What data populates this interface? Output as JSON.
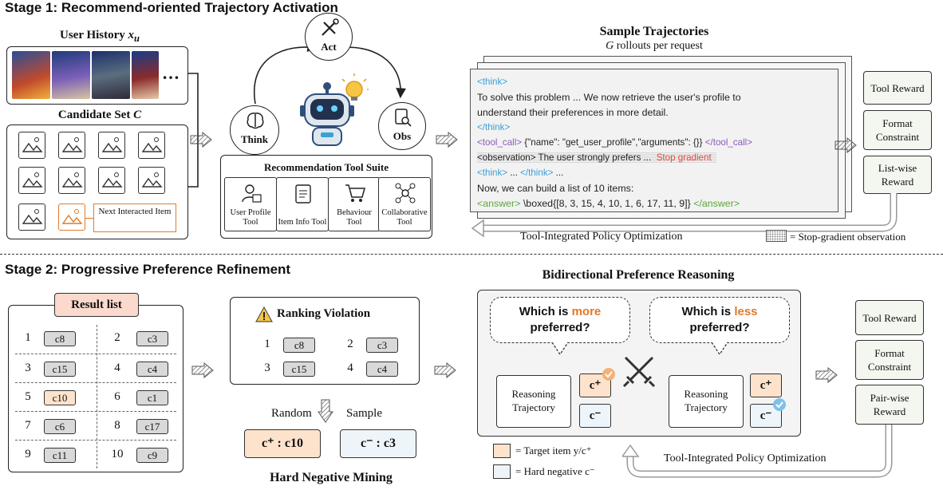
{
  "stage1": {
    "title": "Stage 1: Recommend-oriented Trajectory Activation",
    "user_history": {
      "label": "User History",
      "symbol": "x",
      "subscript": "u",
      "more": "…"
    },
    "candidate_set": {
      "label": "Candidate Set",
      "symbol": "C",
      "next_item": "Next Interacted Item"
    },
    "agent": {
      "think": "Think",
      "act": "Act",
      "obs": "Obs"
    },
    "tool_suite": {
      "title": "Recommendation Tool Suite",
      "tools": [
        "User Profile Tool",
        "Item Info Tool",
        "Behaviour Tool",
        "Collaborative Tool"
      ]
    },
    "trajectories": {
      "title": "Sample Trajectories",
      "subtitle_symbol": "G",
      "subtitle": "rollouts per request",
      "think_open": "<think>",
      "think_text_1": "To solve this problem ... We now retrieve the user's profile  to",
      "think_text_2": "understand their preferences in more detail.",
      "think_close": "</think>",
      "tool_call_open": "<tool_call>",
      "tool_call_body": " {\"name\": \"get_user_profile\",\"arguments\": {}} ",
      "tool_call_close": "</tool_call>",
      "observation": "<observation> The user strongly prefers ...",
      "stop_gradient": "Stop gradient",
      "think_short_open": "<think>",
      "think_short_mid": " ... ",
      "think_short_close": "</think>",
      "think_short_tail": " ...",
      "build_text": "Now, we can build a list of 10 items:",
      "answer_open": "<answer>",
      "answer_body": " \\boxed{[8, 3, 15, 4, 10,  1, 6, 17, 11, 9]} ",
      "answer_close": "</answer>"
    },
    "rewards": [
      "Tool Reward",
      "Format Constraint",
      "List-wise Reward"
    ],
    "policy_opt": "Tool-Integrated Policy Optimization",
    "stop_gradient_legend": "= Stop-gradient observation"
  },
  "stage2": {
    "title": "Stage 2:  Progressive Preference Refinement",
    "result_list": {
      "title": "Result list",
      "items": [
        {
          "rank": "1",
          "item": "c8"
        },
        {
          "rank": "2",
          "item": "c3"
        },
        {
          "rank": "3",
          "item": "c15"
        },
        {
          "rank": "4",
          "item": "c4"
        },
        {
          "rank": "5",
          "item": "c10"
        },
        {
          "rank": "6",
          "item": "c1"
        },
        {
          "rank": "7",
          "item": "c6"
        },
        {
          "rank": "8",
          "item": "c17"
        },
        {
          "rank": "9",
          "item": "c11"
        },
        {
          "rank": "10",
          "item": "c9"
        }
      ]
    },
    "violation": {
      "title": "Ranking Violation",
      "items": [
        {
          "rank": "1",
          "item": "c8"
        },
        {
          "rank": "2",
          "item": "c3"
        },
        {
          "rank": "3",
          "item": "c15"
        },
        {
          "rank": "4",
          "item": "c4"
        }
      ]
    },
    "random": "Random",
    "sample": "Sample",
    "pos_pair": "c⁺ : c10",
    "neg_pair": "c⁻ : c3",
    "hard_neg_title": "Hard Negative Mining",
    "bidir_title": "Bidirectional Preference Reasoning",
    "bubble_left": {
      "pre": "Which is ",
      "hl": "more",
      "post": "preferred?"
    },
    "bubble_right": {
      "pre": "Which is ",
      "hl": "less",
      "post": "preferred?"
    },
    "reasoning_traj": "Reasoning Trajectory",
    "c_plus": "c⁺",
    "c_minus": "c⁻",
    "legend_target": "= Target item y/c⁺",
    "legend_neg": "= Hard negative c⁻",
    "rewards": [
      "Tool Reward",
      "Format Constraint",
      "Pair-wise Reward"
    ],
    "policy_opt": "Tool-Integrated Policy Optimization"
  },
  "colors": {
    "cyan": "#3aa0d8",
    "purple": "#8a5bb8",
    "green": "#5aa83b",
    "orange": "#e07b2a",
    "target_fill": "#fde3cc",
    "neg_fill": "#eef5fa",
    "reward_fill": "#f3f7ef",
    "result_title_fill": "#fbd9cc"
  }
}
